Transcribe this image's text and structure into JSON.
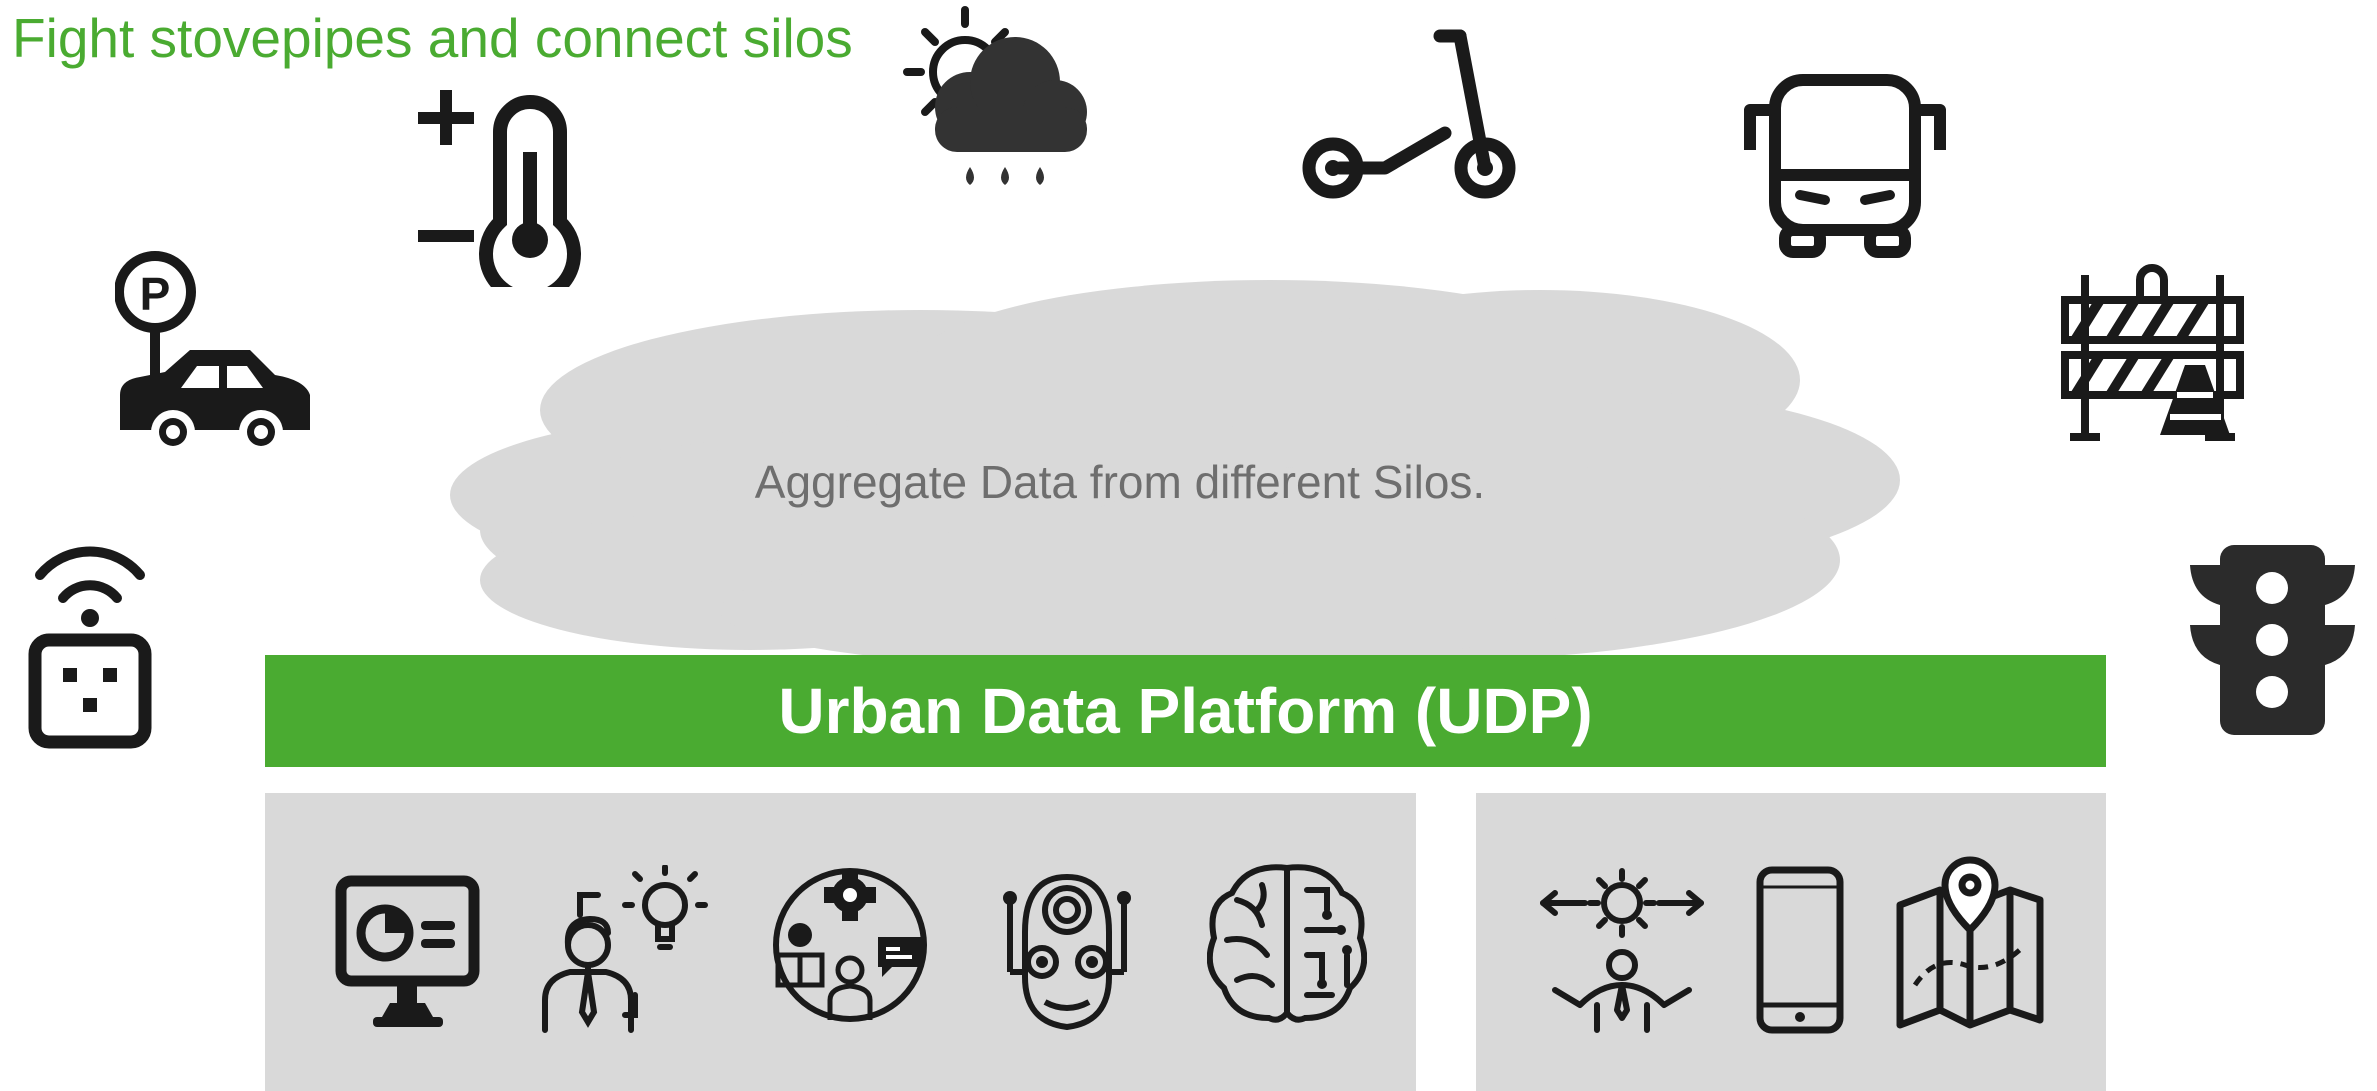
{
  "title": "Fight stovepipes and connect silos",
  "cloud": {
    "text": "Aggregate Data from different Silos."
  },
  "platform": {
    "label": "Urban Data Platform (UDP)"
  },
  "colors": {
    "accent": "#4aab31",
    "cloud": "#d9d9d9",
    "panel": "#d9d9d9",
    "icon": "#1a1a1a"
  },
  "source_icons": [
    "smart-plug-icon",
    "parking-car-icon",
    "thermometer-icon",
    "weather-icon",
    "scooter-icon",
    "bus-icon",
    "roadblock-icon",
    "traffic-light-icon"
  ],
  "left_panel_icons": [
    "dashboard-monitor-icon",
    "idea-person-icon",
    "collaboration-icon",
    "robot-head-icon",
    "ai-brain-icon"
  ],
  "right_panel_icons": [
    "decision-person-icon",
    "smartphone-icon",
    "map-pin-icon"
  ]
}
